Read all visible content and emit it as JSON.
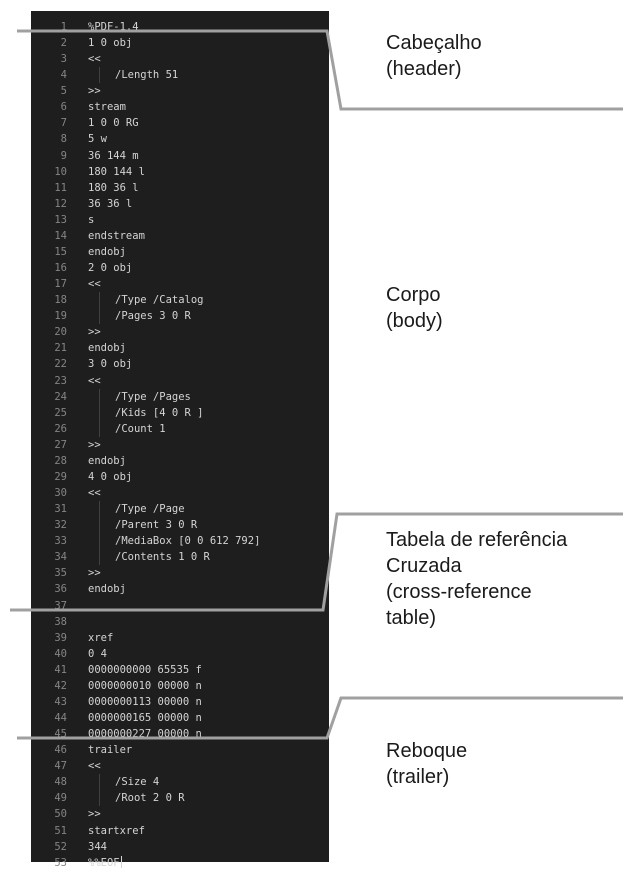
{
  "code_lines": [
    {
      "num": "1",
      "text": "%PDF-1.4"
    },
    {
      "num": "2",
      "text": "1 0 obj"
    },
    {
      "num": "3",
      "text": "<<"
    },
    {
      "num": "4",
      "text": "/Length 51",
      "indent": true
    },
    {
      "num": "5",
      "text": ">>"
    },
    {
      "num": "6",
      "text": "stream"
    },
    {
      "num": "7",
      "text": "1 0 0 RG"
    },
    {
      "num": "8",
      "text": "5 w"
    },
    {
      "num": "9",
      "text": "36 144 m"
    },
    {
      "num": "10",
      "text": "180 144 l"
    },
    {
      "num": "11",
      "text": "180 36 l"
    },
    {
      "num": "12",
      "text": "36 36 l"
    },
    {
      "num": "13",
      "text": "s"
    },
    {
      "num": "14",
      "text": "endstream"
    },
    {
      "num": "15",
      "text": "endobj"
    },
    {
      "num": "16",
      "text": "2 0 obj"
    },
    {
      "num": "17",
      "text": "<<"
    },
    {
      "num": "18",
      "text": "/Type /Catalog",
      "indent": true
    },
    {
      "num": "19",
      "text": "/Pages 3 0 R",
      "indent": true
    },
    {
      "num": "20",
      "text": ">>"
    },
    {
      "num": "21",
      "text": "endobj"
    },
    {
      "num": "22",
      "text": "3 0 obj"
    },
    {
      "num": "23",
      "text": "<<"
    },
    {
      "num": "24",
      "text": "/Type /Pages",
      "indent": true
    },
    {
      "num": "25",
      "text": "/Kids [4 0 R ]",
      "indent": true
    },
    {
      "num": "26",
      "text": "/Count 1",
      "indent": true
    },
    {
      "num": "27",
      "text": ">>"
    },
    {
      "num": "28",
      "text": "endobj"
    },
    {
      "num": "29",
      "text": "4 0 obj"
    },
    {
      "num": "30",
      "text": "<<"
    },
    {
      "num": "31",
      "text": "/Type /Page",
      "indent": true
    },
    {
      "num": "32",
      "text": "/Parent 3 0 R",
      "indent": true
    },
    {
      "num": "33",
      "text": "/MediaBox [0 0 612 792]",
      "indent": true
    },
    {
      "num": "34",
      "text": "/Contents 1 0 R",
      "indent": true
    },
    {
      "num": "35",
      "text": ">>"
    },
    {
      "num": "36",
      "text": "endobj"
    },
    {
      "num": "37",
      "text": ""
    },
    {
      "num": "38",
      "text": ""
    },
    {
      "num": "39",
      "text": "xref"
    },
    {
      "num": "40",
      "text": "0 4"
    },
    {
      "num": "41",
      "text": "0000000000 65535 f"
    },
    {
      "num": "42",
      "text": "0000000010 00000 n"
    },
    {
      "num": "43",
      "text": "0000000113 00000 n"
    },
    {
      "num": "44",
      "text": "0000000165 00000 n"
    },
    {
      "num": "45",
      "text": "0000000227 00000 n"
    },
    {
      "num": "46",
      "text": "trailer"
    },
    {
      "num": "47",
      "text": "<<"
    },
    {
      "num": "48",
      "text": "/Size 4",
      "indent": true
    },
    {
      "num": "49",
      "text": "/Root 2 0 R",
      "indent": true
    },
    {
      "num": "50",
      "text": ">>"
    },
    {
      "num": "51",
      "text": "startxref"
    },
    {
      "num": "52",
      "text": "344"
    },
    {
      "num": "53",
      "text": "%%EOF",
      "cursor": true
    }
  ],
  "sections": [
    {
      "key": "header",
      "lines": [
        "Cabeçalho",
        "(header)"
      ]
    },
    {
      "key": "body",
      "lines": [
        "Corpo",
        "(body)"
      ]
    },
    {
      "key": "xref",
      "lines": [
        "Tabela de referência",
        "Cruzada",
        "(cross-reference",
        "table)"
      ]
    },
    {
      "key": "trailer",
      "lines": [
        "Reboque",
        "(trailer)"
      ]
    }
  ],
  "colors": {
    "editor_background": "#1e1e1e",
    "code_text": "#d4d4d4",
    "line_number": "#858585",
    "connector": "#a0a0a0"
  }
}
